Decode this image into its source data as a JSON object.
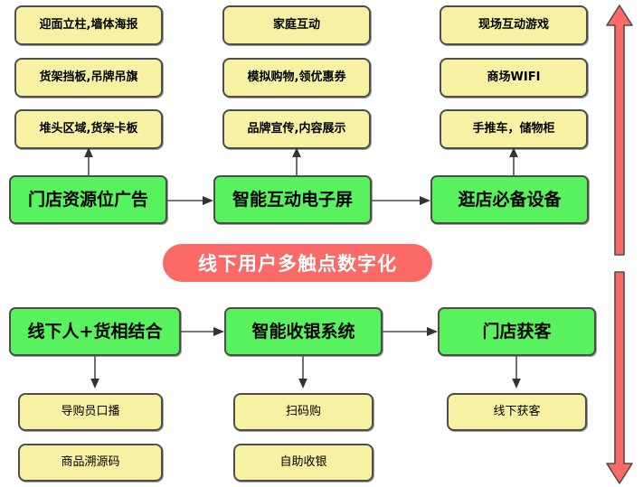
{
  "diagram": {
    "title_banner": "线下用户多触点数字化",
    "columns": [
      {
        "id": "col-1-top",
        "main": "门店资源位广告",
        "leaves_above": [
          "迎面立柱,墙体海报",
          "货架挡板,吊牌吊旗",
          "堆头区域,货架卡板"
        ]
      },
      {
        "id": "col-2-top",
        "main": "智能互动电子屏",
        "leaves_above": [
          "家庭互动",
          "模拟购物,领优惠券",
          "品牌宣传,内容展示"
        ]
      },
      {
        "id": "col-3-top",
        "main": "逛店必备设备",
        "leaves_above": [
          "现场互动游戏",
          "商场WIFI",
          "手推车，储物柜"
        ]
      }
    ],
    "columns_bottom": [
      {
        "id": "col-1-bottom",
        "main": "线下人+货相结合",
        "leaves_below": [
          "导购员口播",
          "商品溯源码"
        ]
      },
      {
        "id": "col-2-bottom",
        "main": "智能收银系统",
        "leaves_below": [
          "扫码购",
          "自助收银"
        ]
      },
      {
        "id": "col-3-bottom",
        "main": "门店获客",
        "leaves_below": [
          "线下获客"
        ]
      }
    ],
    "side_arrows": [
      {
        "name": "up-arrow",
        "direction": "up"
      },
      {
        "name": "down-arrow",
        "direction": "down"
      }
    ],
    "colors": {
      "leaf_fill": "#f7f2a3",
      "main_fill": "#58f25f",
      "banner_fill": "#fb6a66",
      "stroke": "#4d4d4d",
      "arrow_red": "#fb6a66",
      "text": "#000000",
      "banner_text": "#ffffff"
    }
  }
}
